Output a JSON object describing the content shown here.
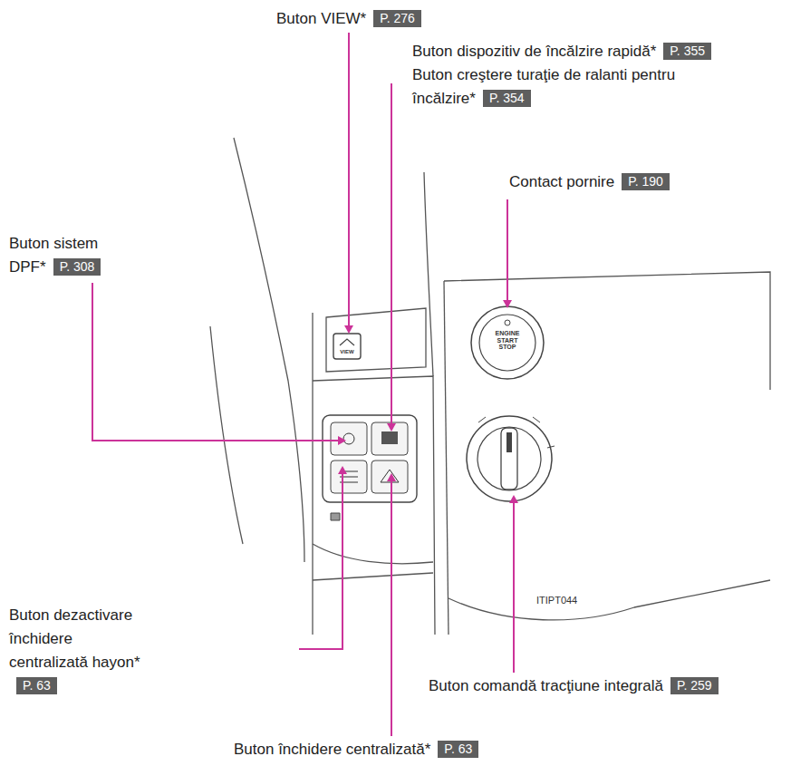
{
  "diagram": {
    "nodes": [
      {
        "text": [
          "Buton VIEW*",
          "P. 276"
        ]
      },
      {
        "text": [
          "Buton dispozitiv de încălzire rapidă*",
          "P. 355"
        ]
      },
      {
        "text": [
          "Buton creştere turaţie de ralanti pentru încălzire*",
          "P. 354"
        ]
      },
      {
        "text": [
          "Contact pornire",
          "P. 190"
        ]
      },
      {
        "text": [
          "Buton sistem DPF*",
          "P. 308"
        ]
      },
      {
        "text": [
          "Buton dezactivare închidere centralizată hayon*",
          "P. 63"
        ]
      },
      {
        "text": [
          "Buton comandă tracţiune integrală",
          "P. 259"
        ]
      },
      {
        "text": [
          "Buton închidere centralizată*",
          "P. 63"
        ]
      }
    ],
    "labels": [
      "VIEW",
      "ENGINE START STOP",
      "ITIPT044"
    ]
  }
}
